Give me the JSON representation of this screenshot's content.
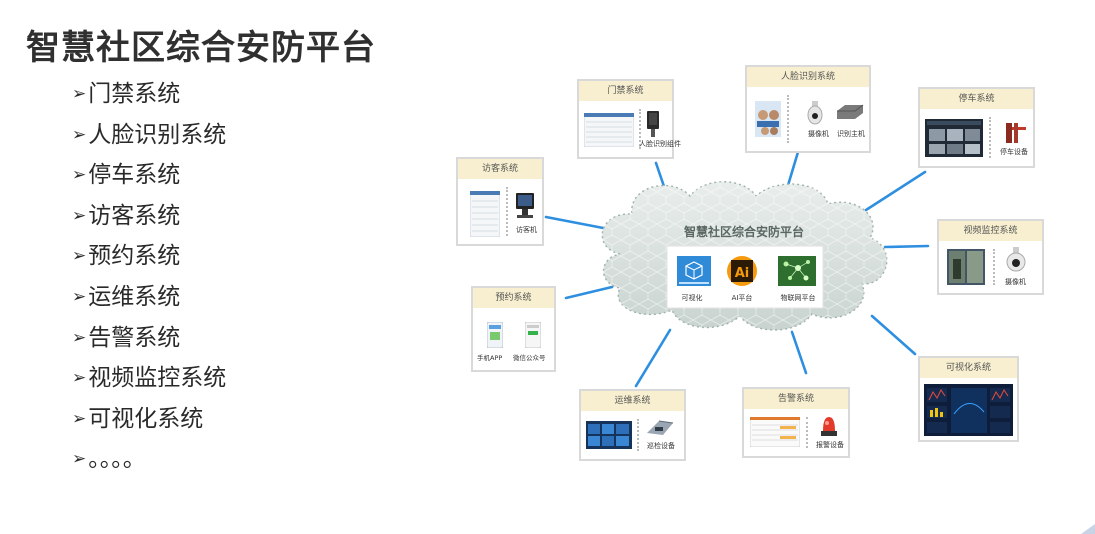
{
  "title": "智慧社区综合安防平台",
  "bullets": [
    {
      "marker": "➢",
      "text": "门禁系统"
    },
    {
      "marker": "➢",
      "text": "人脸识别系统"
    },
    {
      "marker": "➢",
      "text": "停车系统"
    },
    {
      "marker": "➢",
      "text": "访客系统"
    },
    {
      "marker": "➢",
      "text": "预约系统"
    },
    {
      "marker": "➢",
      "text": "运维系统"
    },
    {
      "marker": "➢",
      "text": "告警系统"
    },
    {
      "marker": "➢",
      "text": "视频监控系统"
    },
    {
      "marker": "➢",
      "text": "可视化系统"
    },
    {
      "marker": "➢",
      "text": "。。。。"
    }
  ],
  "hub": {
    "title": "智慧社区综合安防平台",
    "modules": [
      {
        "label": "可视化",
        "icon": "cube-icon",
        "color": "#2f8ad8"
      },
      {
        "label": "AI平台",
        "icon": "ai-icon",
        "color": "#f59a0c"
      },
      {
        "label": "物联网平台",
        "icon": "iot-network-icon",
        "color": "#2e6e2e"
      }
    ]
  },
  "nodes": {
    "access": {
      "title": "门禁系统",
      "device": "人脸识别组件"
    },
    "face": {
      "title": "人脸识别系统",
      "device1": "摄像机",
      "device2": "识别主机"
    },
    "parking": {
      "title": "停车系统",
      "device": "停车设备"
    },
    "visitor": {
      "title": "访客系统",
      "device": "访客机"
    },
    "video": {
      "title": "视频监控系统",
      "device": "摄像机"
    },
    "booking": {
      "title": "预约系统",
      "device1": "手机APP",
      "device2": "微信公众号"
    },
    "visual": {
      "title": "可视化系统"
    },
    "ops": {
      "title": "运维系统",
      "device": "巡检设备"
    },
    "alarm": {
      "title": "告警系统",
      "device": "报警设备"
    }
  },
  "colors": {
    "connector": "#2e8fe0",
    "header": "#f7efcf",
    "title": "#303030"
  }
}
